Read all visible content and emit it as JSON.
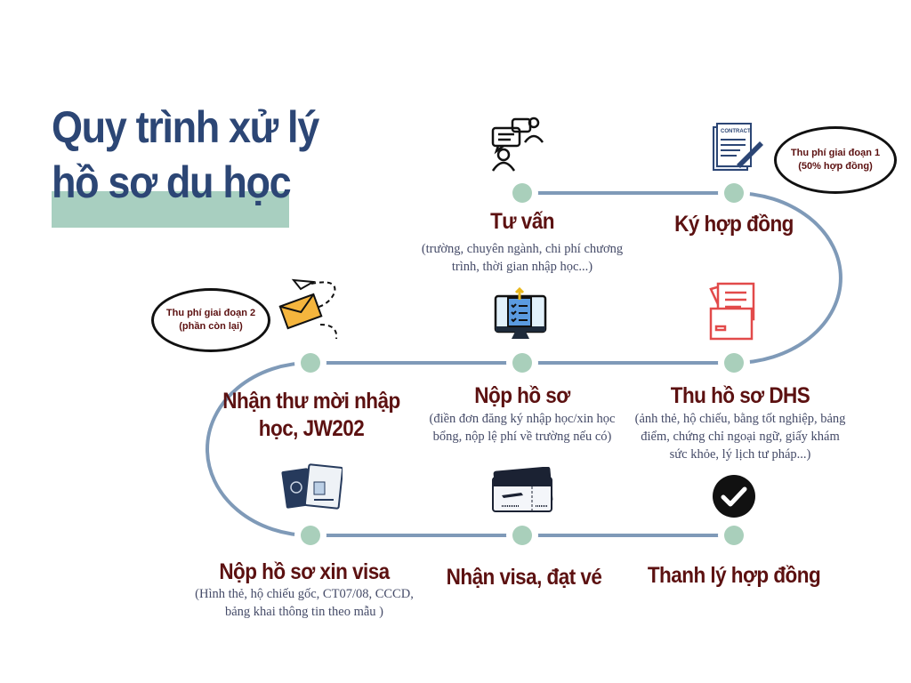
{
  "title": {
    "line1": "Quy trình xử lý",
    "line2": "hồ sơ du học"
  },
  "steps": [
    {
      "title": "Tư vấn",
      "desc": "(trường, chuyên ngành, chi phí chương trình, thời gian nhập học...)",
      "icon": "consultation-icon"
    },
    {
      "title": "Ký hợp đồng",
      "desc": "",
      "icon": "contract-icon"
    },
    {
      "title": "Thu hồ sơ DHS",
      "desc": "(ảnh thẻ, hộ chiếu, bằng tốt nghiệp, bảng điểm, chứng chỉ ngoại ngữ, giấy khám sức khỏe, lý lịch tư pháp...)",
      "icon": "folder-icon"
    },
    {
      "title": "Nộp hồ sơ",
      "desc": "(điền đơn đăng ký nhập học/xin học bổng, nộp lệ phí về trường nếu có)",
      "icon": "computer-checklist-icon"
    },
    {
      "title": "Nhận thư mời nhập học,  JW202",
      "desc": "",
      "icon": "mail-icon"
    },
    {
      "title": "Nộp hồ sơ xin visa",
      "desc": "(Hình thẻ, hộ chiếu gốc, CT07/08, CCCD, bảng khai thông tin theo mẫu )",
      "icon": "passport-icon"
    },
    {
      "title": "Nhận visa, đạt vé",
      "desc": "",
      "icon": "ticket-icon"
    },
    {
      "title": "Thanh lý hợp đồng",
      "desc": "",
      "icon": "check-icon"
    }
  ],
  "bubbles": {
    "fee1": {
      "line1": "Thu phí giai đoạn 1",
      "line2": "(50% hợp đồng)"
    },
    "fee2": {
      "line1": "Thu phí giai đoạn 2",
      "line2": "(phần còn lại)"
    }
  },
  "contract_label": "CONTRACT",
  "colors": {
    "title": "#2c4675",
    "heading": "#5c1111",
    "line": "#7f9ab8",
    "dot": "#a9cfbb",
    "highlight": "#a8cfc0"
  }
}
